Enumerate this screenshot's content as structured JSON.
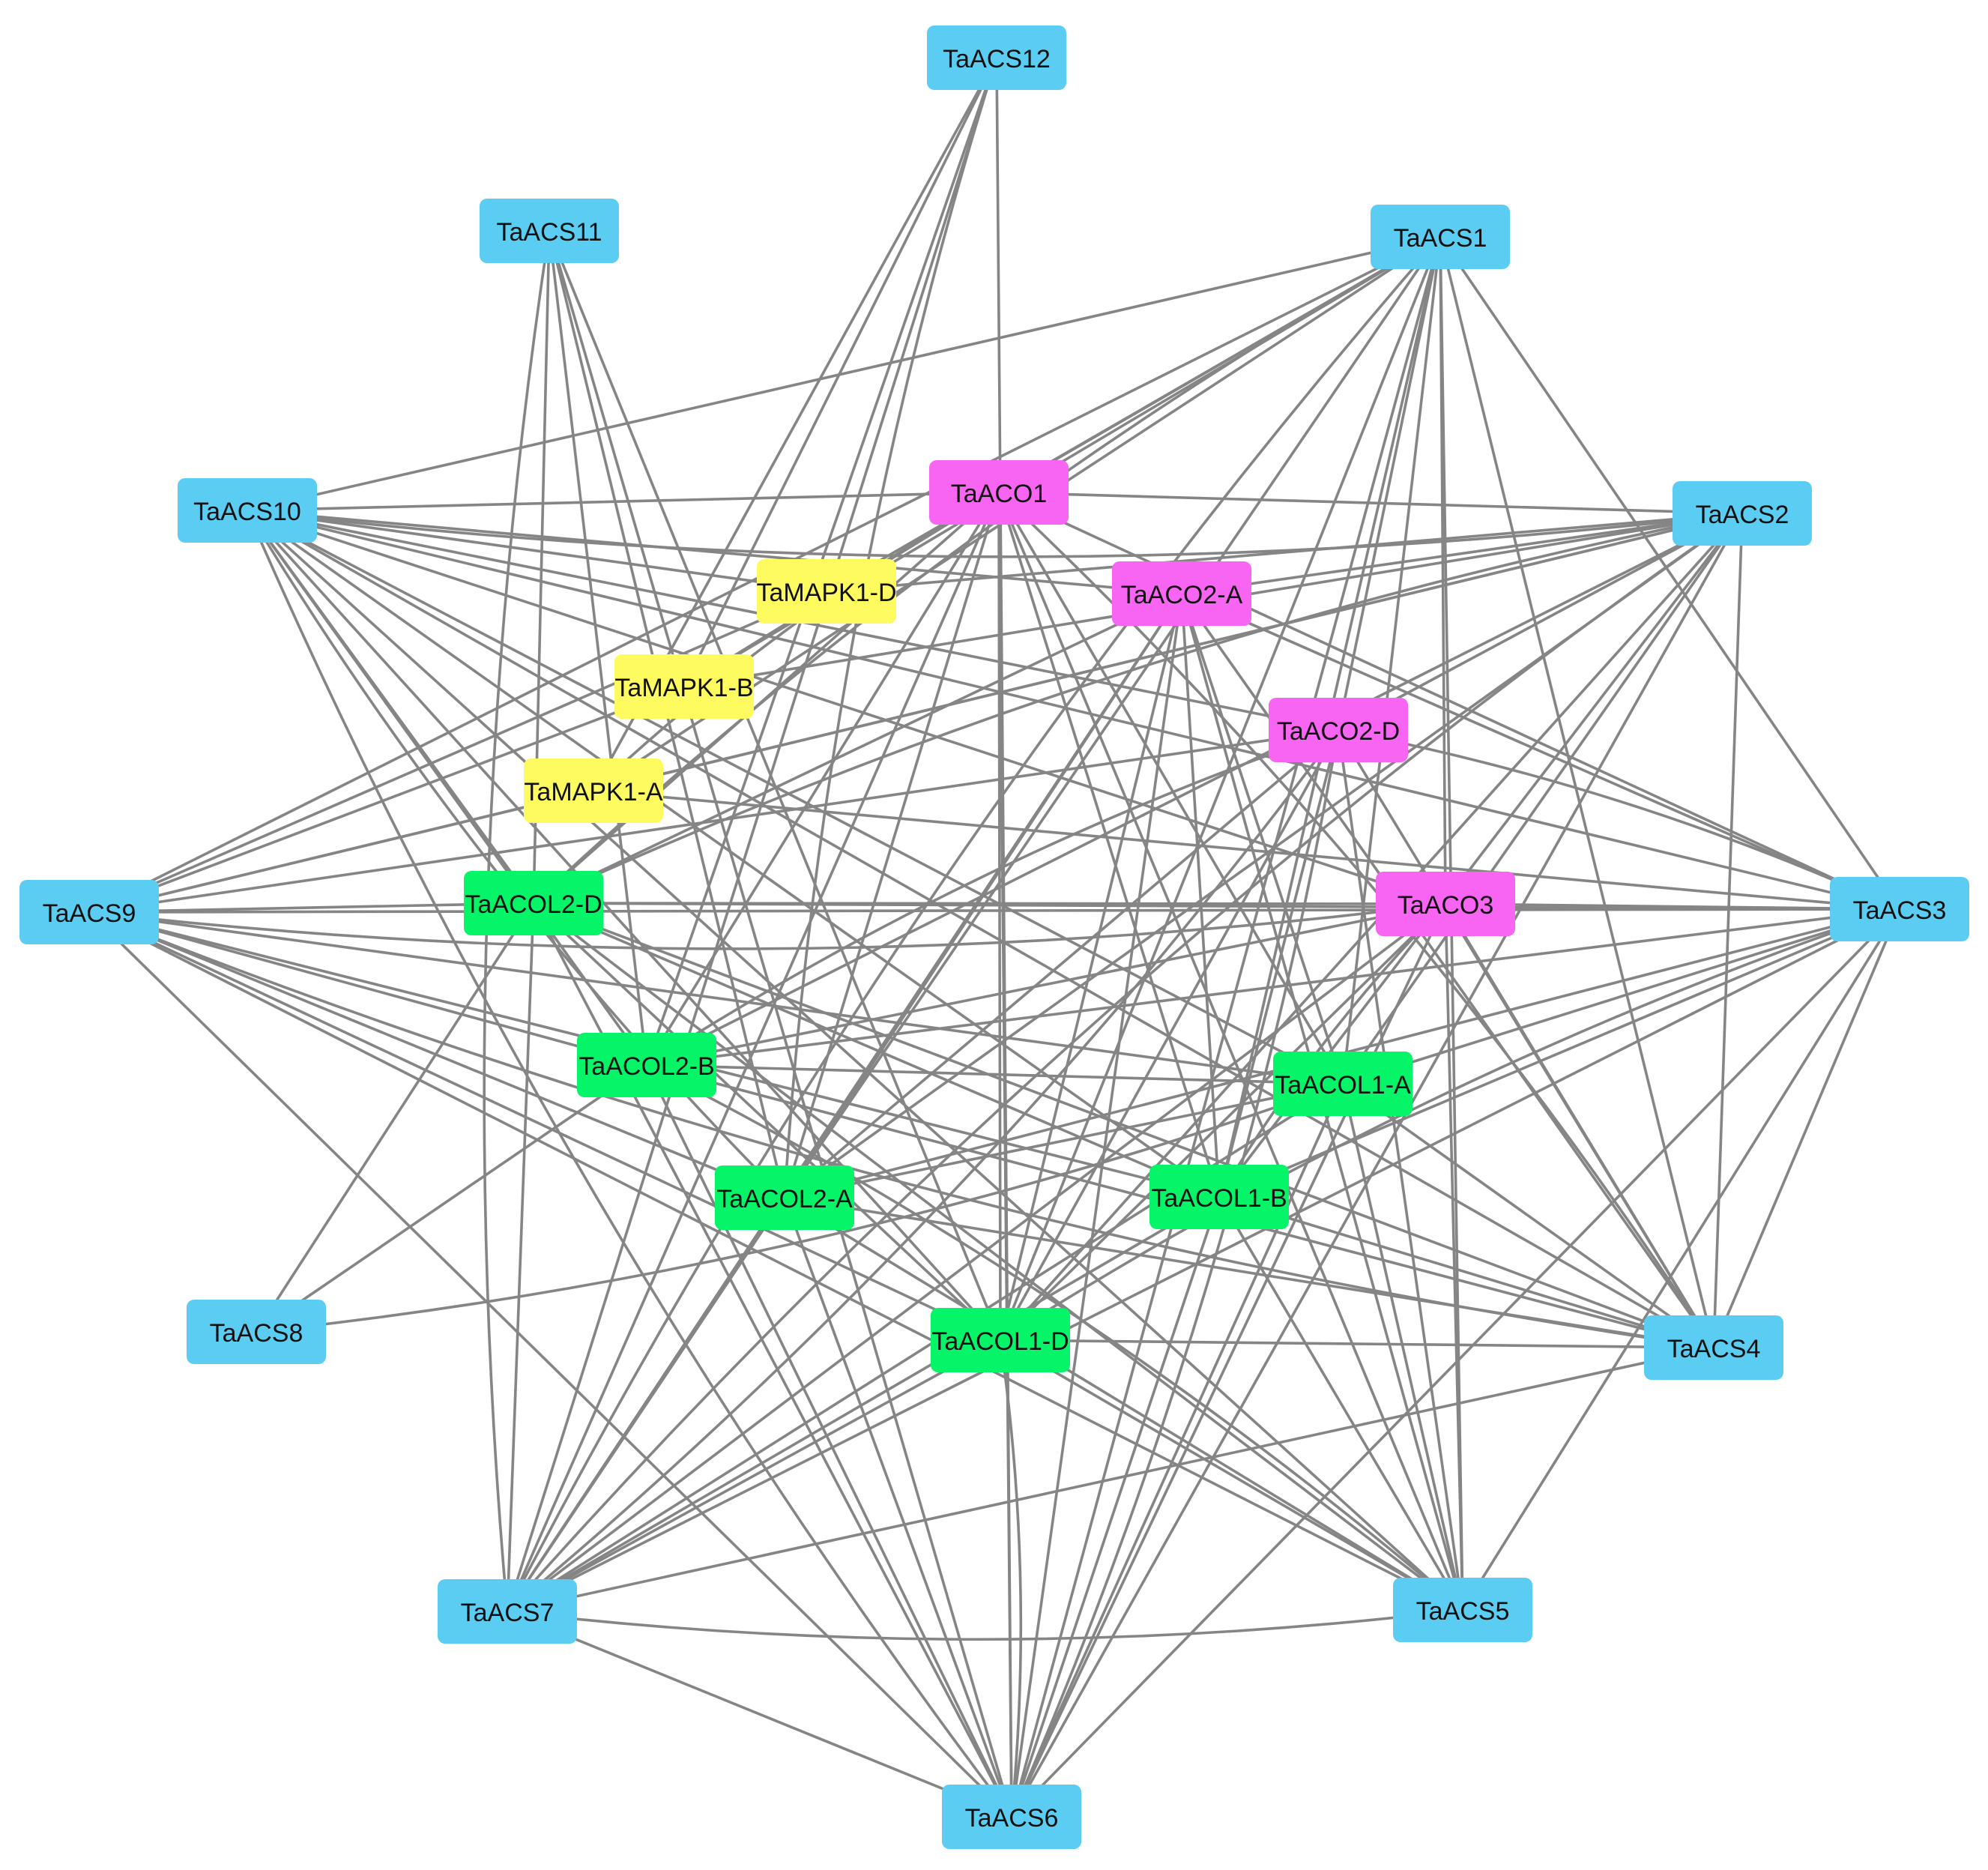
{
  "colors": {
    "acs": "#5ccdf2",
    "aco": "#f765f2",
    "mapk": "#fdfb60",
    "acol": "#05f468",
    "edge": "#858585"
  },
  "nodes": [
    {
      "id": "TaACS12",
      "label": "TaACS12",
      "group": "acs"
    },
    {
      "id": "TaACS11",
      "label": "TaACS11",
      "group": "acs"
    },
    {
      "id": "TaACS1",
      "label": "TaACS1",
      "group": "acs"
    },
    {
      "id": "TaACS10",
      "label": "TaACS10",
      "group": "acs"
    },
    {
      "id": "TaACS2",
      "label": "TaACS2",
      "group": "acs"
    },
    {
      "id": "TaACS9",
      "label": "TaACS9",
      "group": "acs"
    },
    {
      "id": "TaACS3",
      "label": "TaACS3",
      "group": "acs"
    },
    {
      "id": "TaACS8",
      "label": "TaACS8",
      "group": "acs"
    },
    {
      "id": "TaACS4",
      "label": "TaACS4",
      "group": "acs"
    },
    {
      "id": "TaACS7",
      "label": "TaACS7",
      "group": "acs"
    },
    {
      "id": "TaACS5",
      "label": "TaACS5",
      "group": "acs"
    },
    {
      "id": "TaACS6",
      "label": "TaACS6",
      "group": "acs"
    },
    {
      "id": "TaACO1",
      "label": "TaACO1",
      "group": "aco"
    },
    {
      "id": "TaACO2-A",
      "label": "TaACO2-A",
      "group": "aco"
    },
    {
      "id": "TaACO2-D",
      "label": "TaACO2-D",
      "group": "aco"
    },
    {
      "id": "TaACO3",
      "label": "TaACO3",
      "group": "aco"
    },
    {
      "id": "TaMAPK1-D",
      "label": "TaMAPK1-D",
      "group": "mapk"
    },
    {
      "id": "TaMAPK1-B",
      "label": "TaMAPK1-B",
      "group": "mapk"
    },
    {
      "id": "TaMAPK1-A",
      "label": "TaMAPK1-A",
      "group": "mapk"
    },
    {
      "id": "TaACOL2-D",
      "label": "TaACOL2-D",
      "group": "acol"
    },
    {
      "id": "TaACOL2-B",
      "label": "TaACOL2-B",
      "group": "acol"
    },
    {
      "id": "TaACOL2-A",
      "label": "TaACOL2-A",
      "group": "acol"
    },
    {
      "id": "TaACOL1-A",
      "label": "TaACOL1-A",
      "group": "acol"
    },
    {
      "id": "TaACOL1-B",
      "label": "TaACOL1-B",
      "group": "acol"
    },
    {
      "id": "TaACOL1-D",
      "label": "TaACOL1-D",
      "group": "acol"
    }
  ],
  "edges": [
    [
      "TaACS12",
      "TaMAPK1-A"
    ],
    [
      "TaACS12",
      "TaMAPK1-B"
    ],
    [
      "TaACS12",
      "TaACOL2-B"
    ],
    [
      "TaACS12",
      "TaACOL2-A"
    ],
    [
      "TaACS12",
      "TaACS7"
    ],
    [
      "TaACS12",
      "TaACS6"
    ],
    [
      "TaACS11",
      "TaACOL2-D"
    ],
    [
      "TaACS11",
      "TaACOL2-B"
    ],
    [
      "TaACS11",
      "TaACOL2-A"
    ],
    [
      "TaACS11",
      "TaACOL1-D"
    ],
    [
      "TaACS11",
      "TaACS7"
    ],
    [
      "TaACS11",
      "TaACS6"
    ],
    [
      "TaACS1",
      "TaACS10"
    ],
    [
      "TaACS1",
      "TaACO1"
    ],
    [
      "TaACS1",
      "TaMAPK1-D"
    ],
    [
      "TaACS1",
      "TaMAPK1-B"
    ],
    [
      "TaACS1",
      "TaMAPK1-A"
    ],
    [
      "TaACS1",
      "TaACOL2-D"
    ],
    [
      "TaACS1",
      "TaACO3"
    ],
    [
      "TaACS1",
      "TaACO2-D"
    ],
    [
      "TaACS1",
      "TaACOL1-A"
    ],
    [
      "TaACS1",
      "TaACOL1-B"
    ],
    [
      "TaACS1",
      "TaACOL1-D"
    ],
    [
      "TaACS1",
      "TaACOL2-A"
    ],
    [
      "TaACS1",
      "TaACS7"
    ],
    [
      "TaACS1",
      "TaACS6"
    ],
    [
      "TaACS1",
      "TaACS5"
    ],
    [
      "TaACS1",
      "TaACS4"
    ],
    [
      "TaACS1",
      "TaACS3"
    ],
    [
      "TaACS1",
      "TaACS9"
    ],
    [
      "TaACS10",
      "TaACO1"
    ],
    [
      "TaACS10",
      "TaACS2"
    ],
    [
      "TaACS10",
      "TaMAPK1-D"
    ],
    [
      "TaACS10",
      "TaACO2-A"
    ],
    [
      "TaACS10",
      "TaACO2-D"
    ],
    [
      "TaACS10",
      "TaACO3"
    ],
    [
      "TaACS10",
      "TaACOL2-D"
    ],
    [
      "TaACS10",
      "TaACOL2-B"
    ],
    [
      "TaACS10",
      "TaACOL2-A"
    ],
    [
      "TaACS10",
      "TaACOL1-A"
    ],
    [
      "TaACS10",
      "TaACOL1-B"
    ],
    [
      "TaACS10",
      "TaACOL1-D"
    ],
    [
      "TaACS10",
      "TaACS3"
    ],
    [
      "TaACS10",
      "TaACS4"
    ],
    [
      "TaACS10",
      "TaACS5"
    ],
    [
      "TaACS10",
      "TaACS6"
    ],
    [
      "TaACS2",
      "TaACO1"
    ],
    [
      "TaACS2",
      "TaMAPK1-D"
    ],
    [
      "TaACS2",
      "TaMAPK1-B"
    ],
    [
      "TaACS2",
      "TaMAPK1-A"
    ],
    [
      "TaACS2",
      "TaACO2-A"
    ],
    [
      "TaACS2",
      "TaACO2-D"
    ],
    [
      "TaACS2",
      "TaACOL2-D"
    ],
    [
      "TaACS2",
      "TaACOL2-B"
    ],
    [
      "TaACS2",
      "TaACOL2-A"
    ],
    [
      "TaACS2",
      "TaACOL1-A"
    ],
    [
      "TaACS2",
      "TaACOL1-B"
    ],
    [
      "TaACS2",
      "TaACOL1-D"
    ],
    [
      "TaACS2",
      "TaACS9"
    ],
    [
      "TaACS2",
      "TaACS7"
    ],
    [
      "TaACS2",
      "TaACS6"
    ],
    [
      "TaACS2",
      "TaACS4"
    ],
    [
      "TaACS9",
      "TaMAPK1-D"
    ],
    [
      "TaACS9",
      "TaMAPK1-B"
    ],
    [
      "TaACS9",
      "TaMAPK1-A"
    ],
    [
      "TaACS9",
      "TaACOL2-D"
    ],
    [
      "TaACS9",
      "TaACO3"
    ],
    [
      "TaACS9",
      "TaACS3"
    ],
    [
      "TaACS9",
      "TaACOL2-B"
    ],
    [
      "TaACS9",
      "TaACOL2-A"
    ],
    [
      "TaACS9",
      "TaACOL1-A"
    ],
    [
      "TaACS9",
      "TaACOL1-B"
    ],
    [
      "TaACS9",
      "TaACOL1-D"
    ],
    [
      "TaACS9",
      "TaACS4"
    ],
    [
      "TaACS9",
      "TaACS5"
    ],
    [
      "TaACS9",
      "TaACS6"
    ],
    [
      "TaACS9",
      "TaACO2-D"
    ],
    [
      "TaACS3",
      "TaACO1"
    ],
    [
      "TaACS3",
      "TaMAPK1-A"
    ],
    [
      "TaACS3",
      "TaACO2-A"
    ],
    [
      "TaACS3",
      "TaACO2-D"
    ],
    [
      "TaACS3",
      "TaACO3"
    ],
    [
      "TaACS3",
      "TaACOL2-D"
    ],
    [
      "TaACS3",
      "TaACOL2-B"
    ],
    [
      "TaACS3",
      "TaACOL2-A"
    ],
    [
      "TaACS3",
      "TaACOL1-A"
    ],
    [
      "TaACS3",
      "TaACOL1-B"
    ],
    [
      "TaACS3",
      "TaACOL1-D"
    ],
    [
      "TaACS3",
      "TaACS7"
    ],
    [
      "TaACS3",
      "TaACS6"
    ],
    [
      "TaACS3",
      "TaACS5"
    ],
    [
      "TaACS3",
      "TaACS4"
    ],
    [
      "TaACS8",
      "TaACOL2-D"
    ],
    [
      "TaACS8",
      "TaACOL2-B"
    ],
    [
      "TaACS8",
      "TaACOL1-A"
    ],
    [
      "TaACS4",
      "TaACOL2-D"
    ],
    [
      "TaACS4",
      "TaACOL2-B"
    ],
    [
      "TaACS4",
      "TaACOL2-A"
    ],
    [
      "TaACS4",
      "TaACOL1-A"
    ],
    [
      "TaACS4",
      "TaACOL1-B"
    ],
    [
      "TaACS4",
      "TaACOL1-D"
    ],
    [
      "TaACS4",
      "TaACO1"
    ],
    [
      "TaACS4",
      "TaACO2-A"
    ],
    [
      "TaACS4",
      "TaACO2-D"
    ],
    [
      "TaACS4",
      "TaACO3"
    ],
    [
      "TaACS4",
      "TaACS7"
    ],
    [
      "TaACS7",
      "TaACO1"
    ],
    [
      "TaACS7",
      "TaACO2-A"
    ],
    [
      "TaACS7",
      "TaACO2-D"
    ],
    [
      "TaACS7",
      "TaACO3"
    ],
    [
      "TaACS7",
      "TaACOL2-D"
    ],
    [
      "TaACS7",
      "TaACOL2-A"
    ],
    [
      "TaACS7",
      "TaACOL1-A"
    ],
    [
      "TaACS7",
      "TaACOL1-B"
    ],
    [
      "TaACS7",
      "TaACOL1-D"
    ],
    [
      "TaACS7",
      "TaACS5"
    ],
    [
      "TaACS7",
      "TaACS6"
    ],
    [
      "TaACS5",
      "TaACO1"
    ],
    [
      "TaACS5",
      "TaACO2-A"
    ],
    [
      "TaACS5",
      "TaACO2-D"
    ],
    [
      "TaACS5",
      "TaACO3"
    ],
    [
      "TaACS5",
      "TaACOL2-D"
    ],
    [
      "TaACS5",
      "TaACOL2-B"
    ],
    [
      "TaACS5",
      "TaACOL2-A"
    ],
    [
      "TaACS5",
      "TaACOL1-A"
    ],
    [
      "TaACS5",
      "TaACOL1-B"
    ],
    [
      "TaACS5",
      "TaACOL1-D"
    ],
    [
      "TaACS6",
      "TaACO1"
    ],
    [
      "TaACS6",
      "TaACO2-A"
    ],
    [
      "TaACS6",
      "TaACO2-D"
    ],
    [
      "TaACS6",
      "TaACO3"
    ],
    [
      "TaACS6",
      "TaACOL2-D"
    ],
    [
      "TaACS6",
      "TaACOL2-B"
    ],
    [
      "TaACS6",
      "TaACOL2-A"
    ],
    [
      "TaACS6",
      "TaACOL1-A"
    ],
    [
      "TaACS6",
      "TaACOL1-B"
    ],
    [
      "TaACS6",
      "TaACOL1-D"
    ],
    [
      "TaACO1",
      "TaACOL2-D"
    ],
    [
      "TaACO1",
      "TaACOL2-B"
    ],
    [
      "TaACO1",
      "TaACOL2-A"
    ],
    [
      "TaACO1",
      "TaACOL1-A"
    ],
    [
      "TaACO1",
      "TaACOL1-B"
    ],
    [
      "TaACO1",
      "TaACOL1-D"
    ],
    [
      "TaACO1",
      "TaMAPK1-A"
    ],
    [
      "TaACO1",
      "TaMAPK1-B"
    ],
    [
      "TaACO2-A",
      "TaACOL2-D"
    ],
    [
      "TaACO2-A",
      "TaACOL2-A"
    ],
    [
      "TaACO2-A",
      "TaACOL1-B"
    ],
    [
      "TaACO2-A",
      "TaACOL1-D"
    ],
    [
      "TaACO2-A",
      "TaACOL1-A"
    ],
    [
      "TaACO2-D",
      "TaACOL2-B"
    ],
    [
      "TaACO2-D",
      "TaACOL2-A"
    ],
    [
      "TaACO2-D",
      "TaACOL1-D"
    ],
    [
      "TaACO2-D",
      "TaACOL1-B"
    ],
    [
      "TaACO3",
      "TaACOL2-D"
    ],
    [
      "TaACO3",
      "TaACOL2-B"
    ],
    [
      "TaACO3",
      "TaACOL1-D"
    ],
    [
      "TaACO3",
      "TaACOL1-B"
    ],
    [
      "TaACOL2-D",
      "TaACOL1-B"
    ],
    [
      "TaACOL2-B",
      "TaACOL1-A"
    ],
    [
      "TaACOL2-A",
      "TaACOL1-A"
    ],
    [
      "TaACOL2-D",
      "TaACOL1-D"
    ]
  ]
}
